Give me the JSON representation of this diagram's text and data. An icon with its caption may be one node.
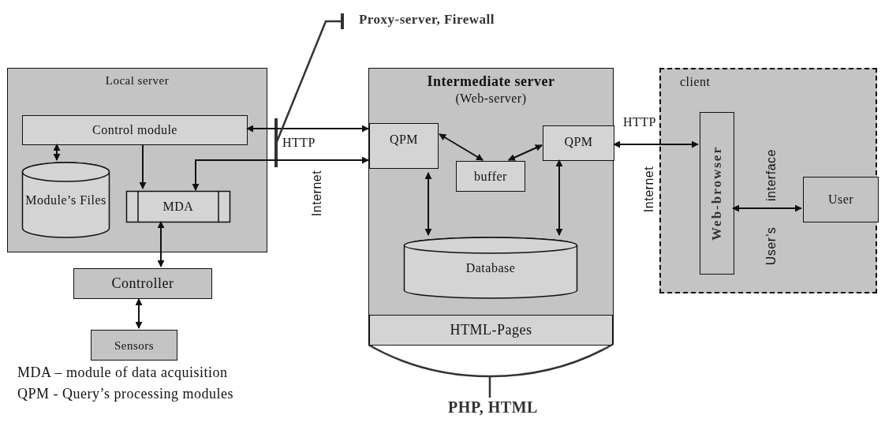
{
  "diagram": {
    "nodes": [
      {
        "text": [
          "Local server"
        ]
      },
      {
        "text": [
          "Control module"
        ],
        "in": 0
      },
      {
        "text": [
          "Module’s Files"
        ],
        "in": 0
      },
      {
        "text": [
          "MDA"
        ],
        "in": 0
      },
      {
        "text": [
          "Controller"
        ]
      },
      {
        "text": [
          "Sensors"
        ]
      },
      {
        "text": [
          "Intermediate server",
          "(Web-server)"
        ]
      },
      {
        "text": [
          "QPM"
        ],
        "in": 6
      },
      {
        "text": [
          "buffer"
        ],
        "in": 6
      },
      {
        "text": [
          "QPM"
        ],
        "in": 6
      },
      {
        "text": [
          "Database"
        ],
        "in": 6
      },
      {
        "text": [
          "HTML-Pages"
        ],
        "in": 6
      },
      {
        "text": [
          "client"
        ]
      },
      {
        "text": [
          "Web-browser"
        ],
        "in": 12
      },
      {
        "text": [
          "User"
        ],
        "in": 12
      },
      {
        "text": [
          "Proxy-server, Firewall"
        ]
      },
      {
        "text": [],
        "shape": "bar"
      },
      {
        "text": [
          "PHP, HTML"
        ]
      }
    ],
    "edges": [
      {
        "from": 1,
        "to": 7,
        "arrow": "both"
      },
      {
        "from": 3,
        "to": 7,
        "arrow": "both"
      },
      {
        "from": 1,
        "to": 3,
        "arrow": "to"
      },
      {
        "from": 1,
        "to": 2,
        "arrow": "both"
      },
      {
        "from": 3,
        "to": 4,
        "arrow": "both"
      },
      {
        "from": 4,
        "to": 5,
        "arrow": "both"
      },
      {
        "from": 7,
        "to": 8,
        "arrow": "both"
      },
      {
        "from": 9,
        "to": 8,
        "arrow": "both"
      },
      {
        "from": 7,
        "to": 10,
        "arrow": "both"
      },
      {
        "from": 9,
        "to": 10,
        "arrow": "both"
      },
      {
        "from": 9,
        "to": 13,
        "arrow": "both"
      },
      {
        "from": 13,
        "to": 14,
        "arrow": "both"
      },
      {
        "from": 15,
        "to": 16,
        "arrow": "other"
      },
      {
        "from": 17,
        "to": 11,
        "arrow": "none"
      }
    ],
    "labels": [
      "HTTP",
      "Internet",
      "HTTP",
      "Internet",
      "interface",
      "User’s",
      "MDA – module of data acquisition",
      "QPM - Query’s processing modules"
    ]
  }
}
